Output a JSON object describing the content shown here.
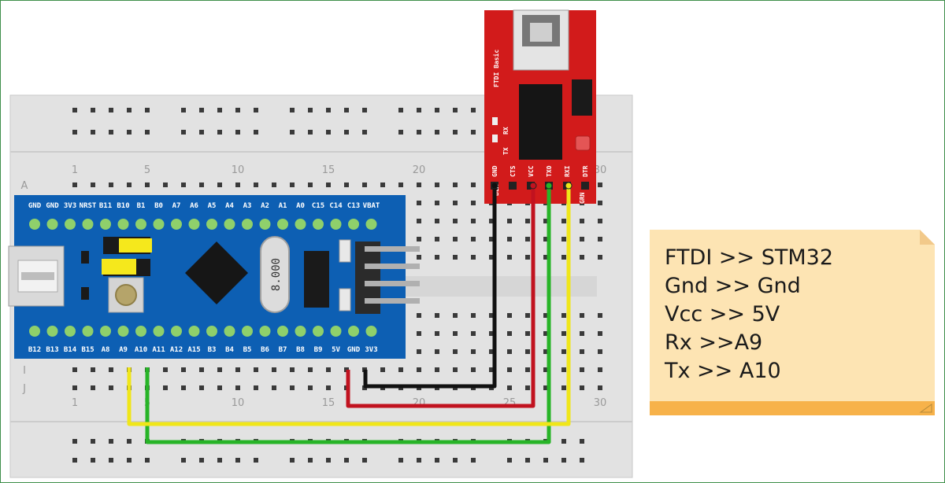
{
  "breadboard": {
    "column_numbers": [
      "1",
      "5",
      "10",
      "15",
      "20",
      "25",
      "30"
    ],
    "row_letters": [
      "A",
      "I",
      "J"
    ]
  },
  "stm32": {
    "top_pins": [
      "GND",
      "GND",
      "3V3",
      "NRST",
      "B11",
      "B10",
      "B1",
      "B0",
      "A7",
      "A6",
      "A5",
      "A4",
      "A3",
      "A2",
      "A1",
      "A0",
      "C15",
      "C14",
      "C13",
      "VBAT"
    ],
    "bottom_pins": [
      "B12",
      "B13",
      "B14",
      "B15",
      "A8",
      "A9",
      "A10",
      "A11",
      "A12",
      "A15",
      "B3",
      "B4",
      "B5",
      "B6",
      "B7",
      "B8",
      "B9",
      "5V",
      "GND",
      "3V3"
    ],
    "crystal_label": "8.000"
  },
  "ftdi": {
    "title": "FTDI Basic",
    "led_labels": [
      "TX",
      "RX"
    ],
    "pins": [
      "GND",
      "CTS",
      "VCC",
      "TXO",
      "RXI",
      "DTR"
    ],
    "side_labels": [
      "BLK",
      "GRN"
    ]
  },
  "note": {
    "lines": [
      "FTDI >> STM32",
      "Gnd >> Gnd",
      "Vcc >> 5V",
      "Rx >>A9",
      "Tx >> A10"
    ],
    "colors": {
      "fill": "#fde4b3",
      "bar": "#f7b24a"
    }
  },
  "wire_colors": {
    "gnd": "#111111",
    "vcc": "#c1121f",
    "tx": "#27b427",
    "rx": "#f0e619"
  }
}
